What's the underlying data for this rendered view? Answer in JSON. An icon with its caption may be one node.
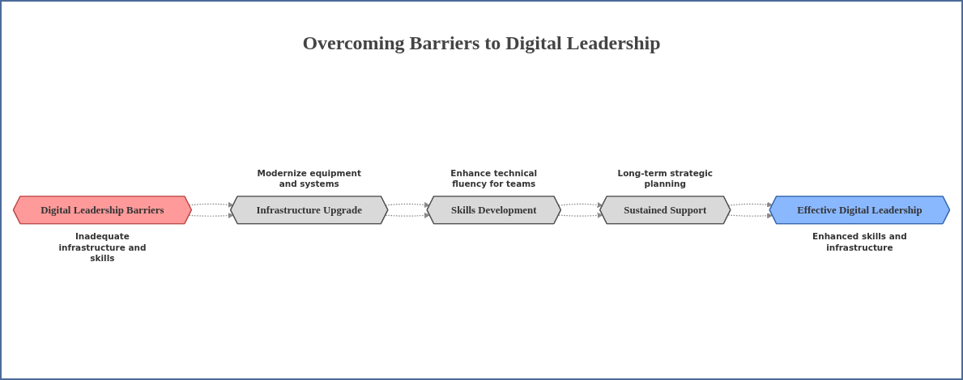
{
  "diagram": {
    "title": "Overcoming Barriers to Digital Leadership",
    "nodes": [
      {
        "text": [
          "Digital Leadership Barriers"
        ],
        "beside": [
          "Inadequate infrastructure and skills"
        ]
      },
      {
        "text": [
          "Infrastructure Upgrade"
        ],
        "beside": [
          "Modernize equipment and systems"
        ]
      },
      {
        "text": [
          "Skills Development"
        ],
        "beside": [
          "Enhance technical fluency for teams"
        ]
      },
      {
        "text": [
          "Sustained Support"
        ],
        "beside": [
          "Long-term strategic planning"
        ]
      },
      {
        "text": [
          "Effective Digital Leadership"
        ],
        "beside": [
          "Enhanced skills and infrastructure"
        ]
      }
    ],
    "edges": [
      {
        "from": 0,
        "to": 1,
        "arrow": "to",
        "style": "dashed"
      },
      {
        "from": 1,
        "to": 2,
        "arrow": "to",
        "style": "dashed"
      },
      {
        "from": 2,
        "to": 3,
        "arrow": "to",
        "style": "dashed"
      },
      {
        "from": 3,
        "to": 4,
        "arrow": "to",
        "style": "dashed"
      },
      {
        "from": 0,
        "to": 1,
        "arrow": "to",
        "style": "dashed"
      },
      {
        "from": 1,
        "to": 2,
        "arrow": "to",
        "style": "dashed"
      },
      {
        "from": 2,
        "to": 3,
        "arrow": "to",
        "style": "dashed"
      },
      {
        "from": 3,
        "to": 4,
        "arrow": "to",
        "style": "dashed"
      }
    ]
  }
}
